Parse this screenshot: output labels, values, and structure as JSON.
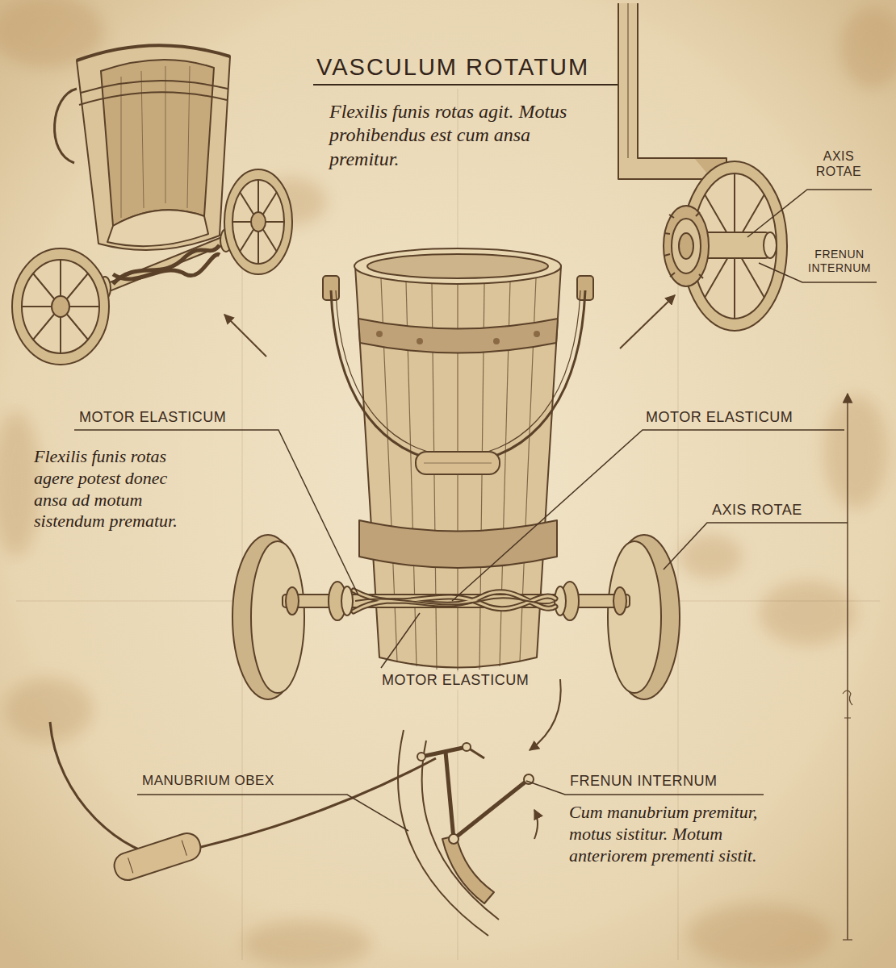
{
  "diagram": {
    "title": "VASCULUM ROTATUM",
    "labels": [
      "Flexilis funis rotas agit. Motus prohibendus est cum ansa premitur.",
      "AXIS ROTAE",
      "FRENUN INTERNUM",
      "MOTOR ELASTICUM",
      "MOTOR ELASTICUM",
      "Flexilis funis rotas agere potest donec ansa ad motum sistendum prematur.",
      "AXIS ROTAE",
      "MOTOR ELASTICUM",
      "MANUBRIUM OBEX",
      "FRENUN INTERNUM",
      "Cum manubrium premitur, motus sistitur. Motum anteriorem prementi sistit."
    ]
  }
}
